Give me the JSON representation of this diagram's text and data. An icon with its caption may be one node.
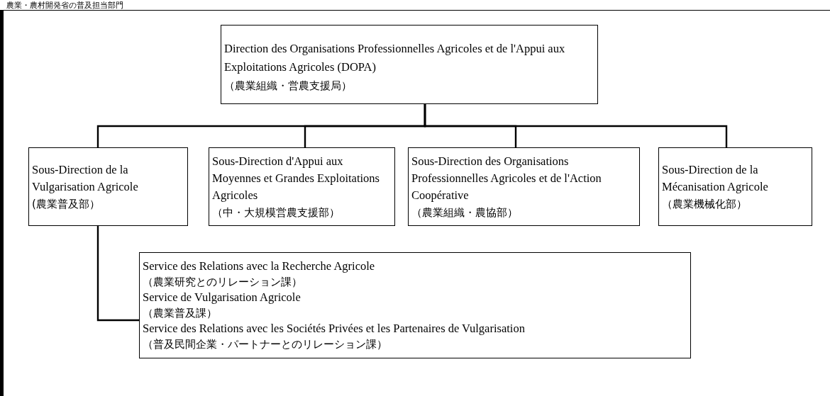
{
  "diagram": {
    "nodes": [
      {
        "text": [
          "農業・農村開発省の普及担当部門"
        ]
      },
      {
        "text": [
          "Direction des Organisations Professionnelles Agricoles et de l'Appui aux Exploitations Agricoles (DOPA)",
          "（農業組織・営農支援局）"
        ],
        "in": 0
      },
      {
        "text": [
          "Sous-Direction de la Vulgarisation Agricole",
          "(農業普及部）"
        ],
        "in": 0
      },
      {
        "text": [
          "Sous-Direction d'Appui aux Moyennes et Grandes Exploitations Agricoles",
          "（中・大規模営農支援部）"
        ],
        "in": 0
      },
      {
        "text": [
          "Sous-Direction des Organisations Professionnelles Agricoles et de l'Action Coopérative",
          "（農業組織・農協部）"
        ],
        "in": 0
      },
      {
        "text": [
          "Sous-Direction de la Mécanisation Agricole",
          "（農業機械化部）"
        ],
        "in": 0
      },
      {
        "text": [
          "Service des Relations avec la Recherche Agricole",
          "（農業研究とのリレーション課）",
          "Service de Vulgarisation Agricole",
          "（農業普及課）",
          "Service des Relations avec les Sociétés Privées et les Partenaires de Vulgarisation",
          "（普及民間企業・パートナーとのリレーション課）"
        ],
        "in": 0
      }
    ],
    "edges": [
      {
        "from": 1,
        "to": 2,
        "arrow": "none"
      },
      {
        "from": 1,
        "to": 3,
        "arrow": "none"
      },
      {
        "from": 1,
        "to": 4,
        "arrow": "none"
      },
      {
        "from": 1,
        "to": 5,
        "arrow": "none"
      },
      {
        "from": 2,
        "to": 6,
        "arrow": "none"
      }
    ]
  }
}
